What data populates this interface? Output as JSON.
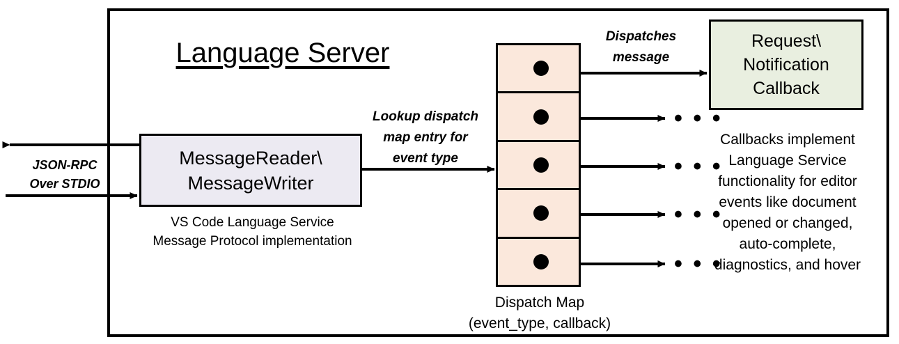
{
  "diagram": {
    "title": "Language Server",
    "container_label": "Language Server boundary"
  },
  "io": {
    "protocol_label_line1": "JSON-RPC",
    "protocol_label_line2": "Over STDIO"
  },
  "reader": {
    "line1": "MessageReader\\",
    "line2": "MessageWriter",
    "caption_line1": "VS Code Language Service",
    "caption_line2": "Message Protocol implementation"
  },
  "lookup": {
    "line1": "Lookup dispatch",
    "line2": "map entry for",
    "line3": "event type"
  },
  "dispatch": {
    "label_line1": "Dispatches",
    "label_line2": "message",
    "caption_line1": "Dispatch Map",
    "caption_line2": "(event_type, callback)",
    "cells": [
      {
        "id": "entry-1"
      },
      {
        "id": "entry-2"
      },
      {
        "id": "entry-3"
      },
      {
        "id": "entry-4"
      },
      {
        "id": "entry-5"
      }
    ],
    "ellipsis": "•  •  •",
    "ellipsis_rows": [
      "row-2",
      "row-3",
      "row-4",
      "row-5"
    ]
  },
  "callback": {
    "line1": "Request\\",
    "line2": "Notification",
    "line3": "Callback",
    "caption_line1": "Callbacks implement",
    "caption_line2": "Language Service",
    "caption_line3": "functionality for editor",
    "caption_line4": "events like document",
    "caption_line5": "opened or changed,",
    "caption_line6": "auto-complete,",
    "caption_line7": "diagnostics, and hover"
  },
  "colors": {
    "reader_fill": "#ECEAF2",
    "dispatch_fill": "#FBE8DC",
    "callback_fill": "#E9EFE0",
    "stroke": "#000000",
    "background": "#ffffff"
  }
}
